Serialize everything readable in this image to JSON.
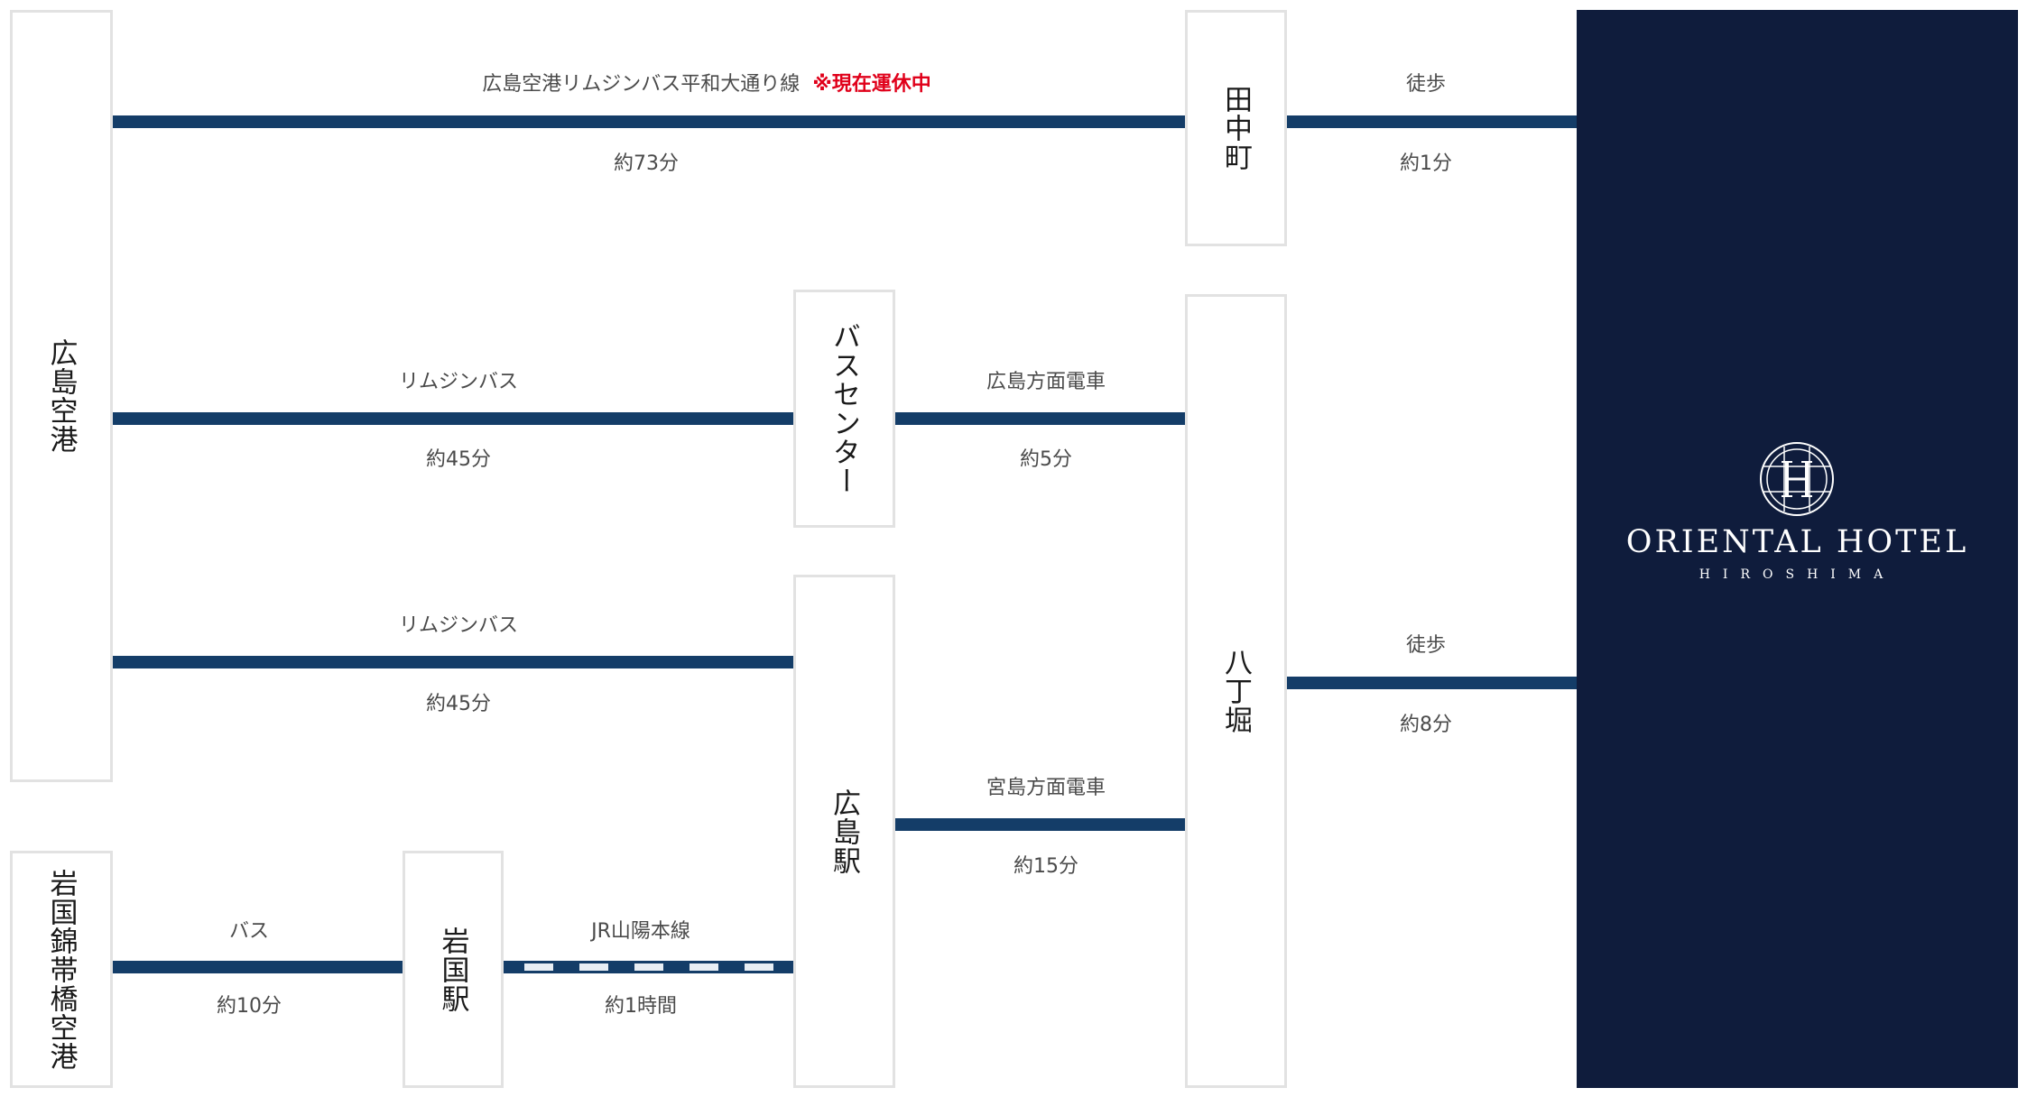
{
  "stations": {
    "hiroshima_airport": "広島空港",
    "iwakuni_airport": "岩国錦帯橋空港",
    "iwakuni_station": "岩国駅",
    "bus_center": "バスセンター",
    "hiroshima_station": "広島駅",
    "tanakamachi": "田中町",
    "hatchobori": "八丁堀"
  },
  "routes": {
    "r1": {
      "name": "広島空港リムジンバス平和大通り線",
      "note": "※現在運休中",
      "time": "約73分"
    },
    "r1_walk": {
      "name": "徒歩",
      "time": "約1分"
    },
    "r2": {
      "name": "リムジンバス",
      "time": "約45分"
    },
    "r2_tram": {
      "name": "広島方面電車",
      "time": "約5分"
    },
    "r3": {
      "name": "リムジンバス",
      "time": "約45分"
    },
    "r3_walk": {
      "name": "徒歩",
      "time": "約8分"
    },
    "r4_tram": {
      "name": "宮島方面電車",
      "time": "約15分"
    },
    "r5_bus": {
      "name": "バス",
      "time": "約10分"
    },
    "r5_jr": {
      "name": "JR山陽本線",
      "time": "約1時間"
    }
  },
  "hotel": {
    "name": "ORIENTAL HOTEL",
    "city": "HIROSHIMA"
  },
  "colors": {
    "route_line": "#143d68",
    "hotel_bg": "#0f1c3c",
    "warning": "#e0001a",
    "box_border": "#e2e2e2"
  }
}
